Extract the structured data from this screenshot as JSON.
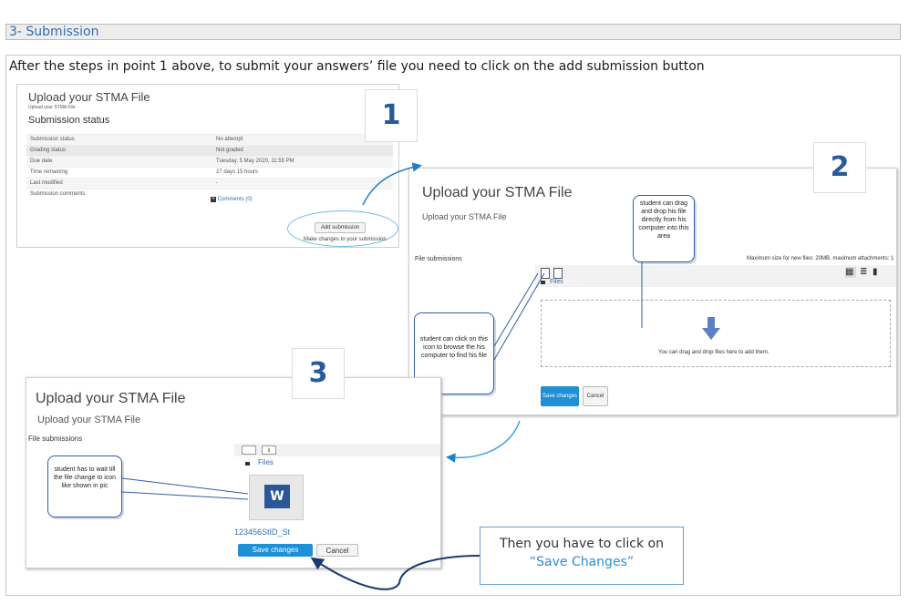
{
  "section": {
    "title": "3- Submission"
  },
  "intro": "After the steps in point 1 above, to submit your answers’ file you need to click on the add submission button",
  "panel1": {
    "number": "1",
    "title": "Upload your STMA File",
    "subtitle": "Upload your STMA File",
    "heading": "Submission status",
    "rows": [
      {
        "label": "Submission status",
        "value": "No attempt"
      },
      {
        "label": "Grading status",
        "value": "Not graded"
      },
      {
        "label": "Due date",
        "value": "Tuesday, 5 May 2020, 11:55 PM"
      },
      {
        "label": "Time remaining",
        "value": "27 days 15 hours"
      },
      {
        "label": "Last modified",
        "value": "-"
      },
      {
        "label": "Submission comments",
        "value": "Comments (0)"
      }
    ],
    "add_button": "Add submission",
    "make_changes": "Make changes to your submission"
  },
  "panel2": {
    "number": "2",
    "title": "Upload your STMA File",
    "subtitle": "Upload your STMA File",
    "label": "File submissions",
    "max_size": "Maximum size for new files: 20MB, maximum attachments: 1",
    "files_link": "Files",
    "drop_text": "You can drag and drop files here to add them.",
    "save": "Save changes",
    "cancel": "Cancel",
    "callout_drag": "student can drag and drop his file directly from his computer into this area",
    "callout_browse": "student can click on this icon to browse the his computer to find his file"
  },
  "panel3": {
    "number": "3",
    "title": "Upload your STMA File",
    "subtitle": "Upload your STMA File",
    "label": "File submissions",
    "files_link": "Files",
    "file_name": "123456StID_St",
    "save": "Save changes",
    "cancel": "Cancel",
    "callout_wait": "student has to wait till the file change to icon like shown in pic"
  },
  "final_note": {
    "line1": "Then you have to click on",
    "line2": "“Save Changes”"
  },
  "colors": {
    "accent": "#1f8fd6",
    "title_blue": "#2f6fb3",
    "arrow": "#1f7fc9"
  }
}
